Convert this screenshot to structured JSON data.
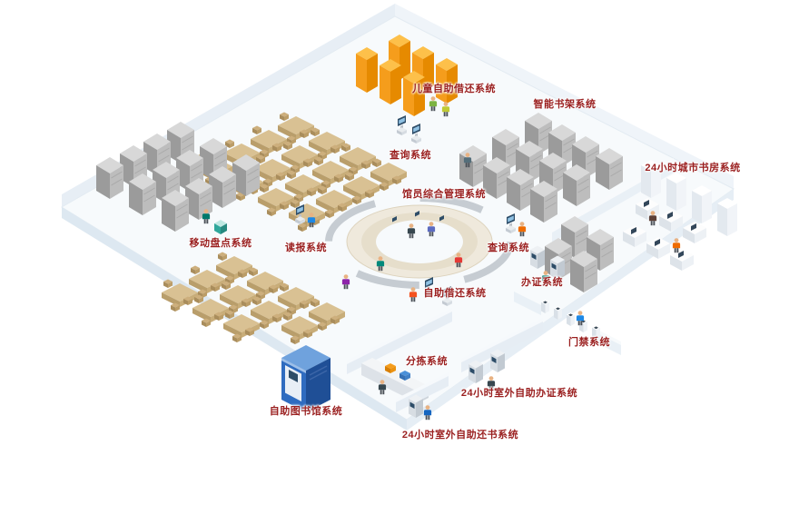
{
  "diagram": {
    "type": "isometric-library-floorplan",
    "colors": {
      "label_text": "#9a1f1f",
      "floor": "#f7fafc",
      "wall": "#e7eef5",
      "shelf_gray": "#bdbdbd",
      "cabinet_orange": "#f59d1c",
      "table_tan": "#d9c193",
      "machine_blue": "#2f6cc0",
      "bench_gray": "#c6ccd2",
      "desk_ring": "#efe9dc"
    }
  },
  "labels": [
    {
      "id": "children-self-checkout",
      "text": "儿童自助借还系统"
    },
    {
      "id": "smart-bookshelf",
      "text": "智能书架系统"
    },
    {
      "id": "query-1",
      "text": "查询系统"
    },
    {
      "id": "librarian-management",
      "text": "馆员综合管理系统"
    },
    {
      "id": "city-study-room-24h",
      "text": "24小时城市书房系统"
    },
    {
      "id": "mobile-inventory",
      "text": "移动盘点系统"
    },
    {
      "id": "newspaper-reading",
      "text": "读报系统"
    },
    {
      "id": "query-2",
      "text": "查询系统"
    },
    {
      "id": "card-issuing",
      "text": "办证系统"
    },
    {
      "id": "self-checkout",
      "text": "自助借还系统"
    },
    {
      "id": "access-gate",
      "text": "门禁系统"
    },
    {
      "id": "sorting",
      "text": "分拣系统"
    },
    {
      "id": "outdoor-card-issuing-24h",
      "text": "24小时室外自助办证系统"
    },
    {
      "id": "self-service-library",
      "text": "自助图书馆系统"
    },
    {
      "id": "outdoor-book-return-24h",
      "text": "24小时室外自助还书系统"
    }
  ]
}
